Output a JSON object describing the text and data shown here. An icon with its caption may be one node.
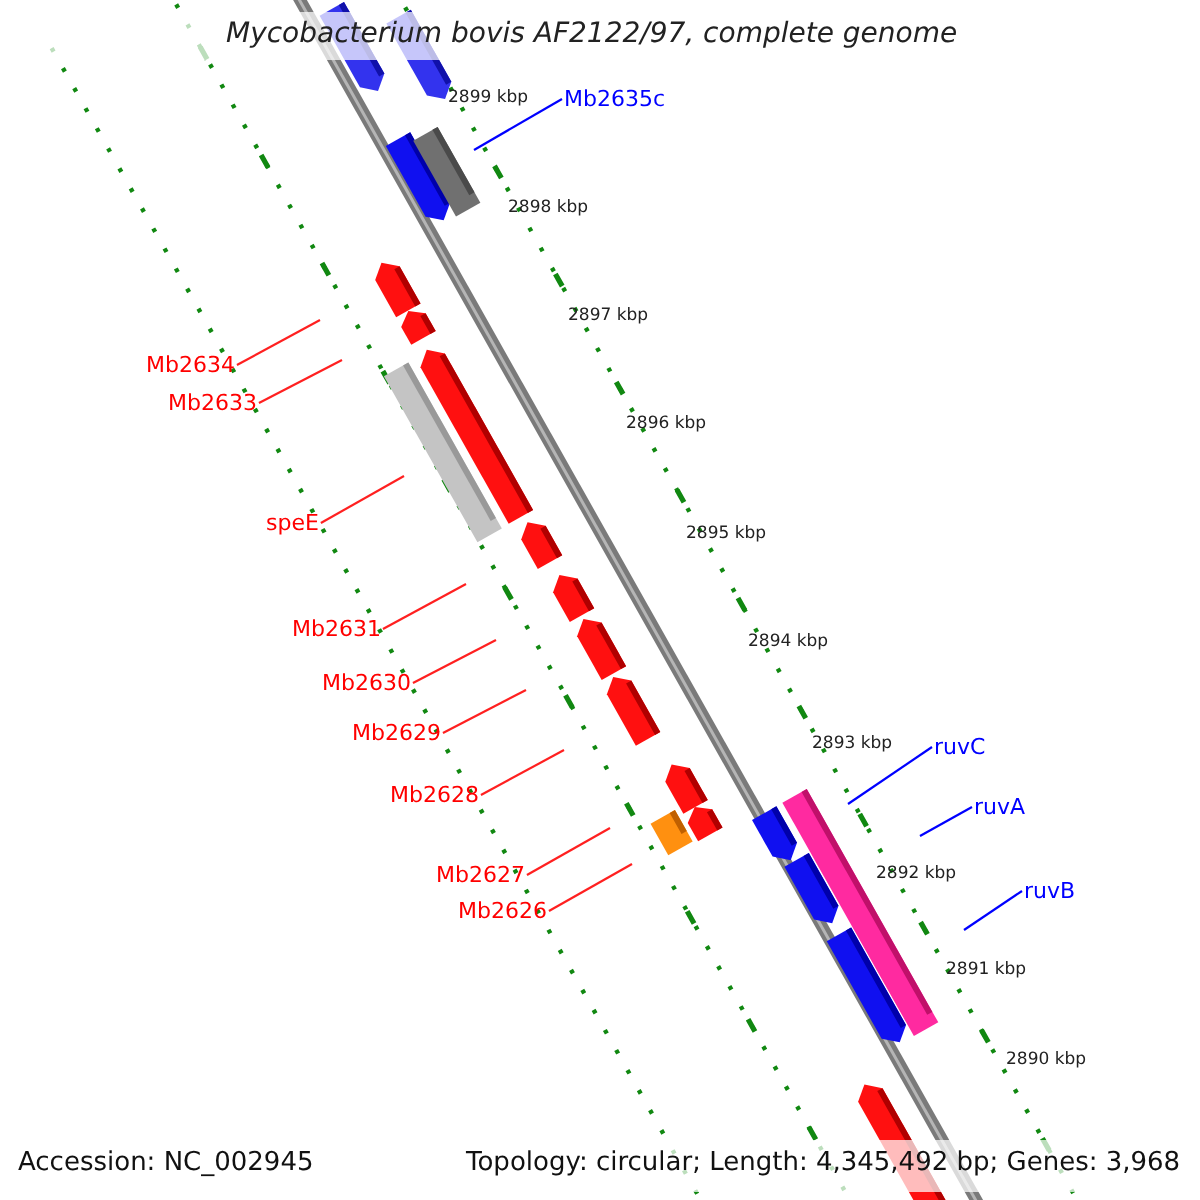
{
  "diagram": {
    "title": "Mycobacterium bovis AF2122/97, complete genome",
    "nodes": [
      {
        "text": [
          "Mb2635c"
        ]
      },
      {
        "text": [
          "Mb2634"
        ]
      },
      {
        "text": [
          "Mb2633"
        ]
      },
      {
        "text": [
          "speE"
        ]
      },
      {
        "text": [
          "Mb2631"
        ]
      },
      {
        "text": [
          "Mb2630"
        ]
      },
      {
        "text": [
          "Mb2629"
        ]
      },
      {
        "text": [
          "Mb2628"
        ]
      },
      {
        "text": [
          "Mb2627"
        ]
      },
      {
        "text": [
          "Mb2626"
        ]
      },
      {
        "text": [
          "ruvC"
        ]
      },
      {
        "text": [
          "ruvA"
        ]
      },
      {
        "text": [
          "ruvB"
        ]
      }
    ],
    "edges": [
      {
        "from": 0,
        "to": null,
        "arrow": "none",
        "color": "#0000ff"
      },
      {
        "from": 1,
        "to": null,
        "arrow": "none"
      },
      {
        "from": 2,
        "to": null,
        "arrow": "none"
      },
      {
        "from": 3,
        "to": null,
        "arrow": "none"
      },
      {
        "from": 4,
        "to": null,
        "arrow": "none"
      },
      {
        "from": 5,
        "to": null,
        "arrow": "none"
      },
      {
        "from": 6,
        "to": null,
        "arrow": "none"
      },
      {
        "from": 7,
        "to": null,
        "arrow": "none"
      },
      {
        "from": 8,
        "to": null,
        "arrow": "none"
      },
      {
        "from": 9,
        "to": null,
        "arrow": "none"
      },
      {
        "from": 10,
        "to": null,
        "arrow": "none",
        "color": "#0000ff"
      },
      {
        "from": 11,
        "to": null,
        "arrow": "none",
        "color": "#0000ff"
      },
      {
        "from": 12,
        "to": null,
        "arrow": "none",
        "color": "#0000ff"
      }
    ],
    "labels": [
      "2899 kbp",
      "2898 kbp",
      "2897 kbp",
      "2896 kbp",
      "2895 kbp",
      "2894 kbp",
      "2893 kbp",
      "2892 kbp",
      "2891 kbp",
      "2890 kbp",
      "Accession: NC_002945",
      "Topology: circular; Length: 4,345,492 bp; Genes: 3,968"
    ]
  }
}
